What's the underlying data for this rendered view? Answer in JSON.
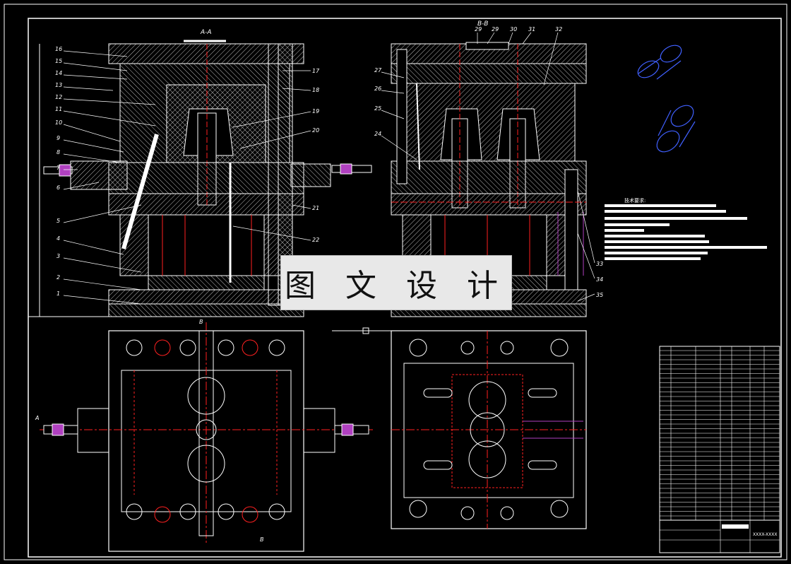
{
  "watermark": {
    "text": "图 文 设 计"
  },
  "section_labels": {
    "aa": "A-A",
    "bb": "B-B"
  },
  "part_numbers_left": [
    "16",
    "15",
    "14",
    "13",
    "12",
    "11",
    "10",
    "9",
    "8",
    "7",
    "6",
    "5",
    "4",
    "3",
    "2",
    "1"
  ],
  "part_numbers_mid": [
    "17",
    "18",
    "19",
    "20",
    "21",
    "22"
  ],
  "part_numbers_top_right": [
    "29",
    "29",
    "30",
    "31",
    "32"
  ],
  "part_numbers_right_left": [
    "27",
    "26",
    "25",
    "24"
  ],
  "part_numbers_right": [
    "33",
    "34",
    "35"
  ],
  "tech_requirements": {
    "title": "技术要求:",
    "line_count": 10
  },
  "view_marks": {
    "a": "A",
    "b": "B"
  },
  "title_block": {
    "drawing_no": "XXXX-XXXX"
  },
  "colors": {
    "background": "#000000",
    "lines": "#ffffff",
    "hatch": "#cfcfcf",
    "centerline": "#ff2020",
    "accent": "#ff40ff",
    "iso": "#4060ff"
  }
}
